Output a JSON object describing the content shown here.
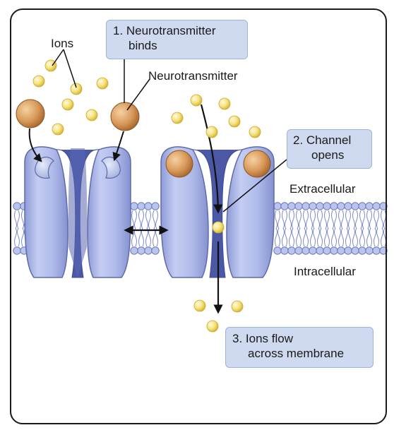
{
  "title": "",
  "labels": {
    "ions": "Ions",
    "neurotransmitter": "Neurotransmitter",
    "extracellular": "Extracellular",
    "intracellular": "Intracellular"
  },
  "steps": [
    {
      "line1": "1. Neurotransmitter",
      "line2": "binds"
    },
    {
      "line1": "2. Channel",
      "line2": "opens"
    },
    {
      "line1": "3. Ions flow",
      "line2": "across membrane"
    }
  ],
  "colors": {
    "extracellular_bg": "#f7ecc7",
    "intracellular_bg": "#e3e8f2",
    "channel": "#a9b5e6",
    "ion": "#f5e27a",
    "neurotransmitter": "#d89a55",
    "label_box": "#cfdaf0"
  }
}
